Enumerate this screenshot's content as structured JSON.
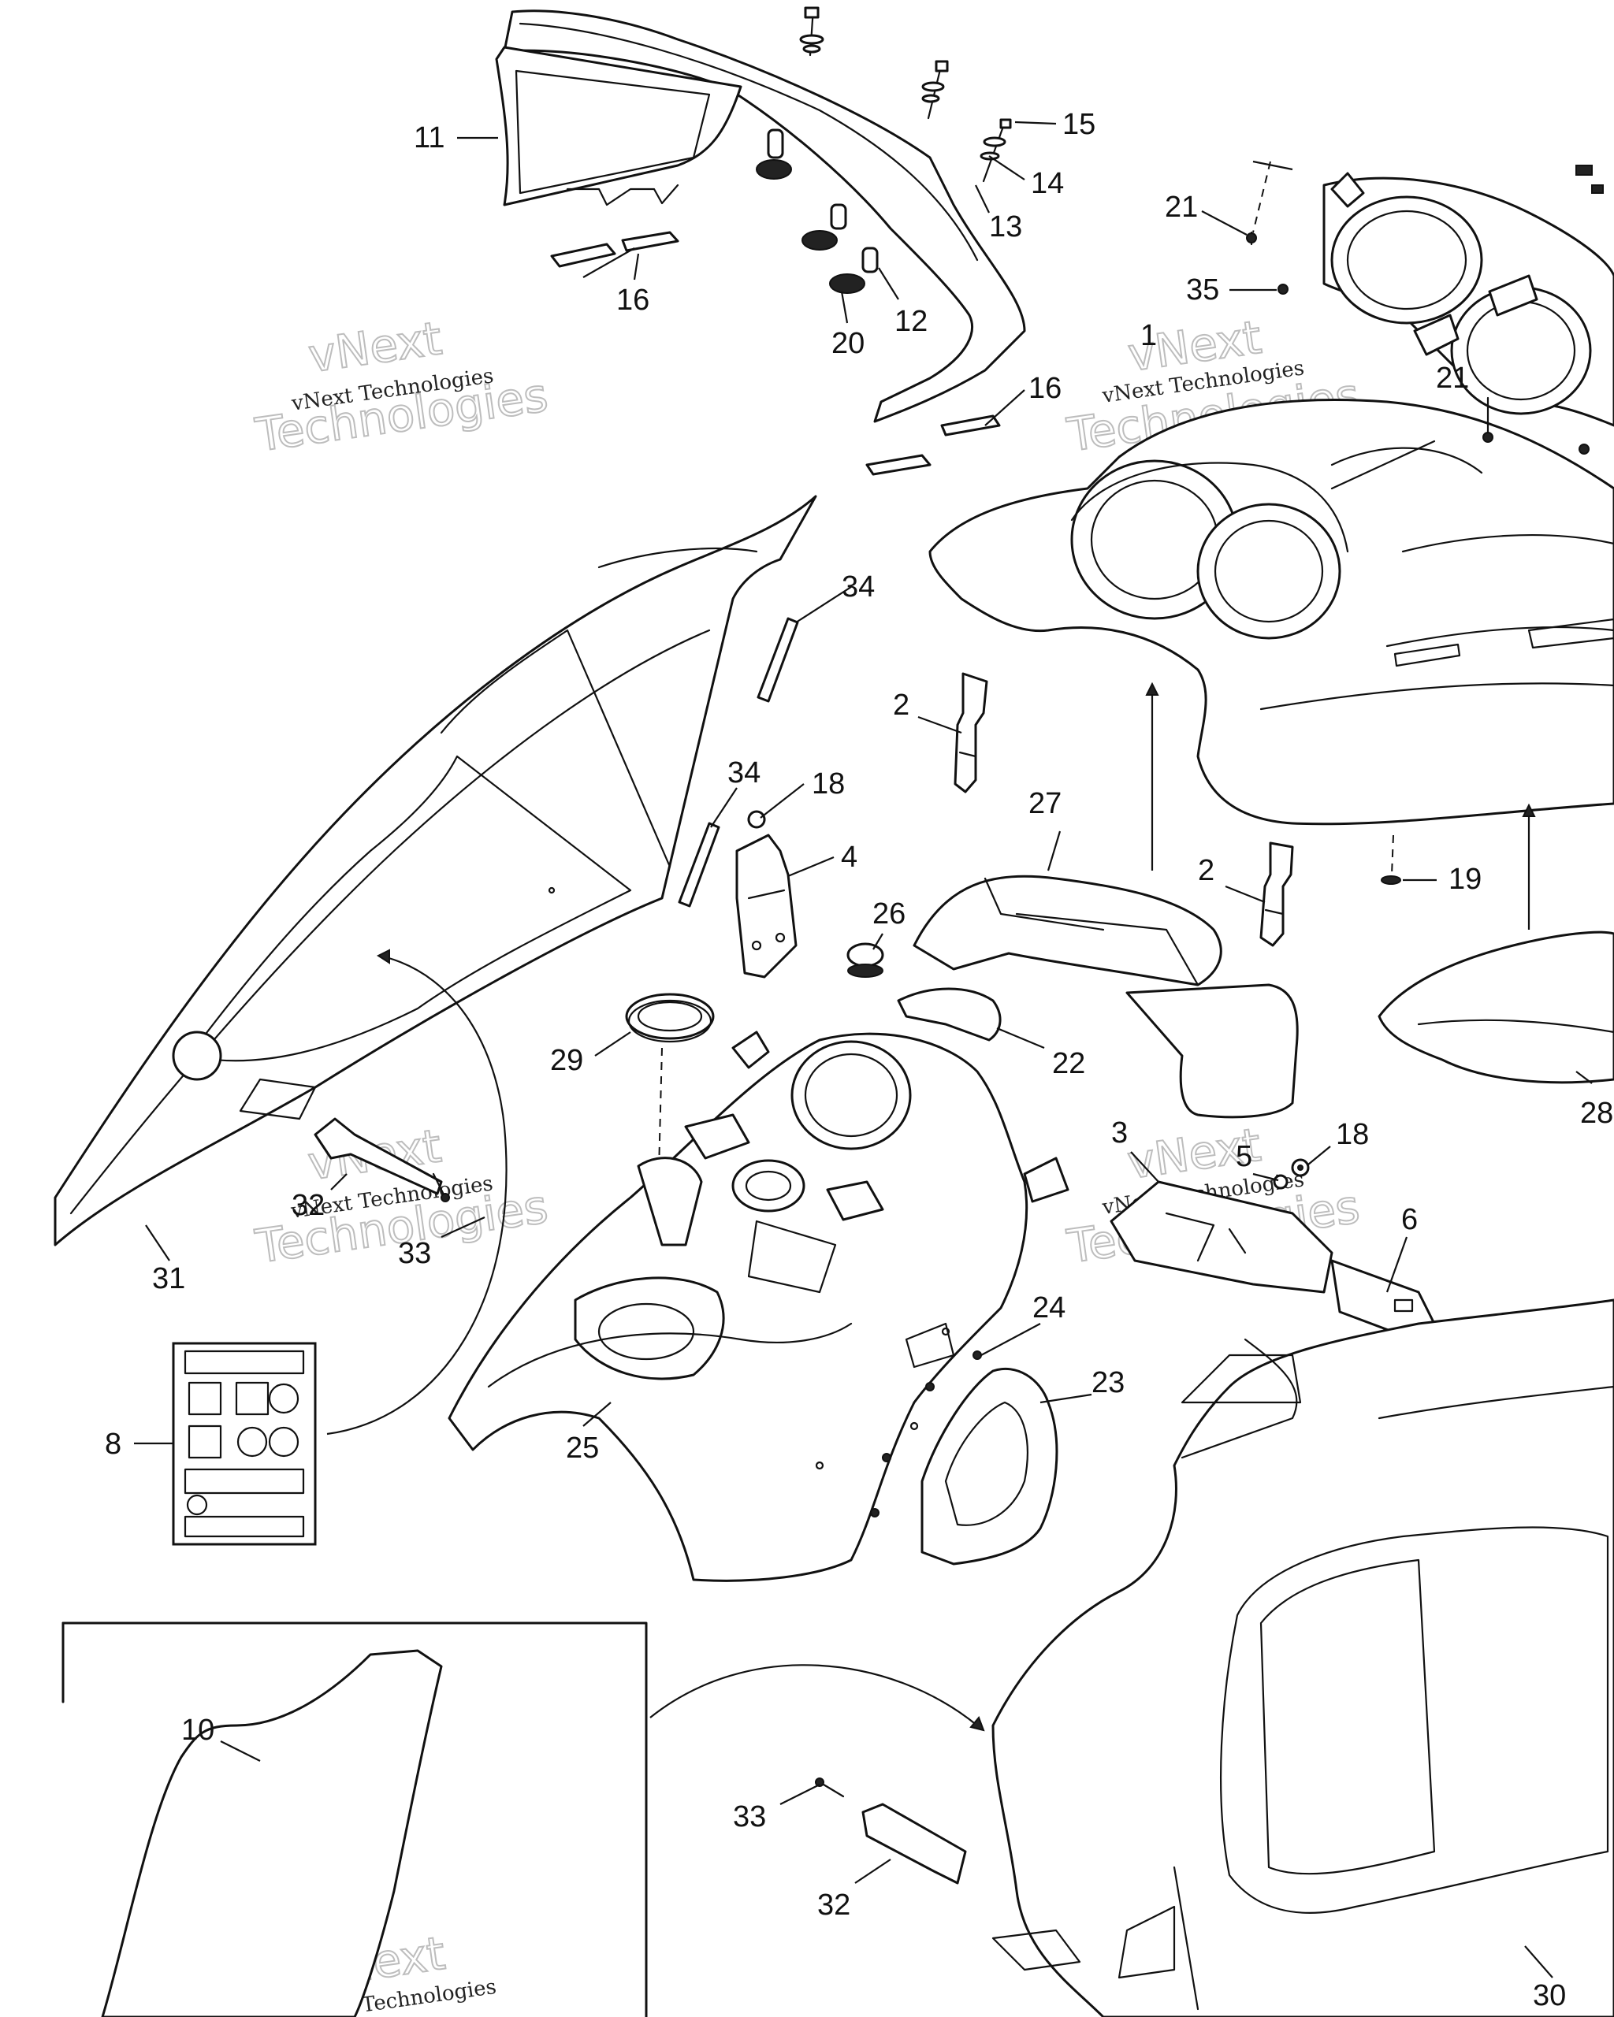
{
  "callouts": [
    {
      "id": "c11",
      "text": "11"
    },
    {
      "id": "c15",
      "text": "15"
    },
    {
      "id": "c14",
      "text": "14"
    },
    {
      "id": "c13",
      "text": "13"
    },
    {
      "id": "c16a",
      "text": "16"
    },
    {
      "id": "c12",
      "text": "12"
    },
    {
      "id": "c20",
      "text": "20"
    },
    {
      "id": "c21a",
      "text": "21"
    },
    {
      "id": "c35",
      "text": "35"
    },
    {
      "id": "c1",
      "text": "1"
    },
    {
      "id": "c21b",
      "text": "21"
    },
    {
      "id": "c16b",
      "text": "16"
    },
    {
      "id": "c34a",
      "text": "34"
    },
    {
      "id": "c2a",
      "text": "2"
    },
    {
      "id": "c34b",
      "text": "34"
    },
    {
      "id": "c18a",
      "text": "18"
    },
    {
      "id": "c27",
      "text": "27"
    },
    {
      "id": "c4",
      "text": "4"
    },
    {
      "id": "c2b",
      "text": "2"
    },
    {
      "id": "c19",
      "text": "19"
    },
    {
      "id": "c26",
      "text": "26"
    },
    {
      "id": "c29",
      "text": "29"
    },
    {
      "id": "c22",
      "text": "22"
    },
    {
      "id": "c28",
      "text": "28"
    },
    {
      "id": "c3",
      "text": "3"
    },
    {
      "id": "c5",
      "text": "5"
    },
    {
      "id": "c18b",
      "text": "18"
    },
    {
      "id": "c32a",
      "text": "32"
    },
    {
      "id": "c33a",
      "text": "33"
    },
    {
      "id": "c31",
      "text": "31"
    },
    {
      "id": "c6",
      "text": "6"
    },
    {
      "id": "c24",
      "text": "24"
    },
    {
      "id": "c23",
      "text": "23"
    },
    {
      "id": "c8",
      "text": "8"
    },
    {
      "id": "c25",
      "text": "25"
    },
    {
      "id": "c10",
      "text": "10"
    },
    {
      "id": "c33b",
      "text": "33"
    },
    {
      "id": "c32b",
      "text": "32"
    },
    {
      "id": "c30",
      "text": "30"
    }
  ],
  "watermark": {
    "small": "vNext Technologies",
    "big_1": "vNext",
    "big_2": "Technologies"
  }
}
